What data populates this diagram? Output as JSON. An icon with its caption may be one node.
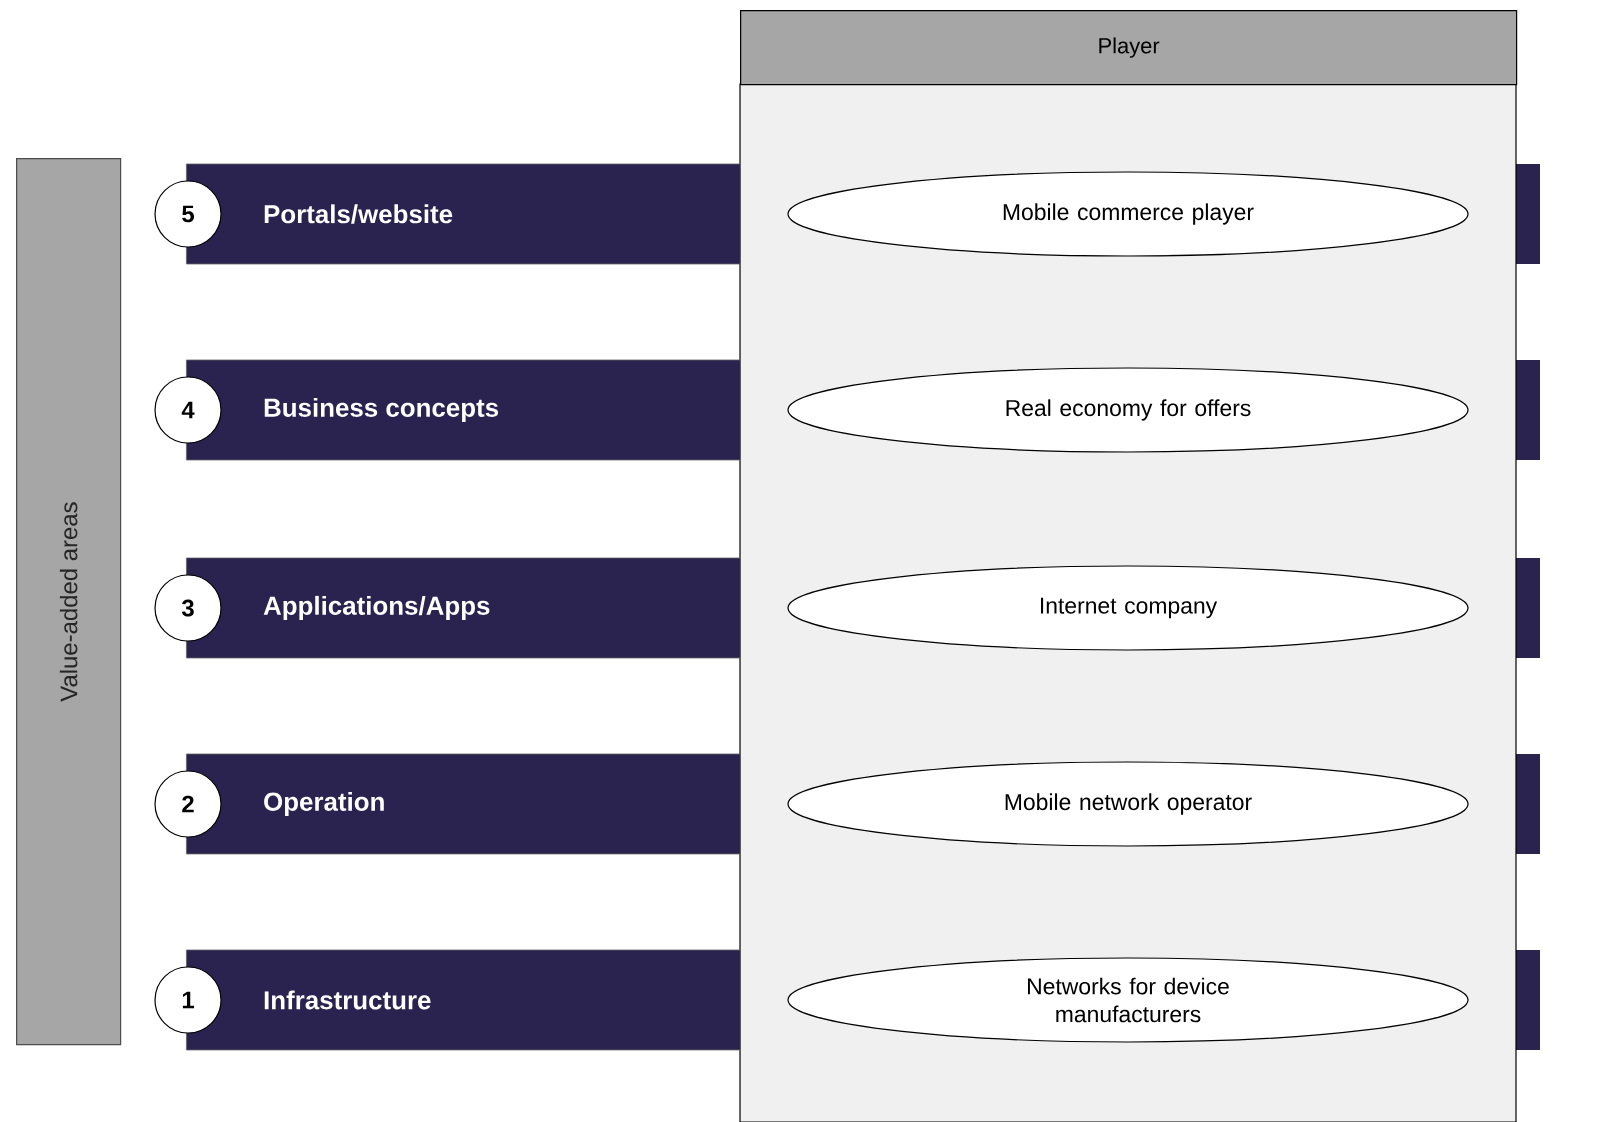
{
  "diagram": {
    "nodes": [
      {
        "text": [
          "Player"
        ]
      },
      {
        "text": [
          "Value-added areas"
        ]
      },
      {
        "text": [
          "5"
        ]
      },
      {
        "text": [
          "Portals/website"
        ]
      },
      {
        "text": [
          "Mobile commerce player"
        ],
        "in": 0
      },
      {
        "text": [
          "4"
        ]
      },
      {
        "text": [
          "Business concepts"
        ]
      },
      {
        "text": [
          "Real economy for offers"
        ],
        "in": 0
      },
      {
        "text": [
          "3"
        ]
      },
      {
        "text": [
          "Applications/Apps"
        ]
      },
      {
        "text": [
          "Internet company"
        ],
        "in": 0
      },
      {
        "text": [
          "2"
        ]
      },
      {
        "text": [
          "Operation"
        ]
      },
      {
        "text": [
          "Mobile network operator"
        ],
        "in": 0
      },
      {
        "text": [
          "1"
        ]
      },
      {
        "text": [
          "Infrastructure"
        ]
      },
      {
        "text": [
          "Networks for device manufacturers"
        ],
        "in": 0
      }
    ]
  }
}
